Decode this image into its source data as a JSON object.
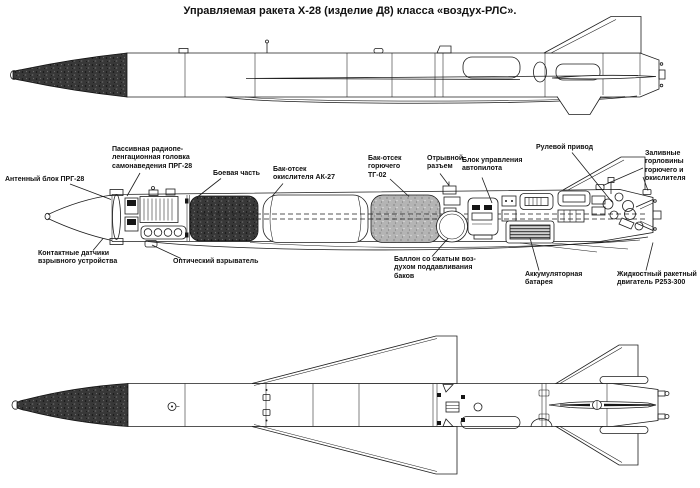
{
  "title": "Управляемая ракета Х-28 (изделие Д8) класса «воздух-РЛС».",
  "labels": {
    "antenna_block": {
      "text": "Антенный блок ПРГ-28"
    },
    "passive_head": {
      "text": "Пассивная радиопе-\nленгационная головка\nсамонаведения ПРГ-28"
    },
    "warhead": {
      "text": "Боевая часть"
    },
    "oxidizer_tank": {
      "text": "Бак-отсек\nокислителя АК-27"
    },
    "fuel_tank": {
      "text": "Бак-отсек\nгорючего\nТГ-02"
    },
    "breakaway_connector": {
      "text": "Отрывной\nразъем"
    },
    "autopilot_unit": {
      "text": "Блок управления\nавтопилота"
    },
    "rudder_drive": {
      "text": "Рулевой привод"
    },
    "filler_necks": {
      "text": "Заливные\nгорловины\nгорючего и\nокислителя"
    },
    "contact_sensors": {
      "text": "Контактные  датчики\nвзрывного устройства"
    },
    "optical_fuse": {
      "text": "Оптический взрыватель"
    },
    "air_bottle": {
      "text": "Баллон со сжатым воз-\nдухом поддавливания\nбаков"
    },
    "battery": {
      "text": "Аккумуляторная\nбатарея"
    },
    "engine": {
      "text": "Жидкостный ракетный\nдвигатель Р253-300"
    }
  },
  "colors": {
    "line": "#1c1c1c",
    "dark_fill": "#383838",
    "gray_fill": "#b4b4b4",
    "background": "#ffffff"
  }
}
